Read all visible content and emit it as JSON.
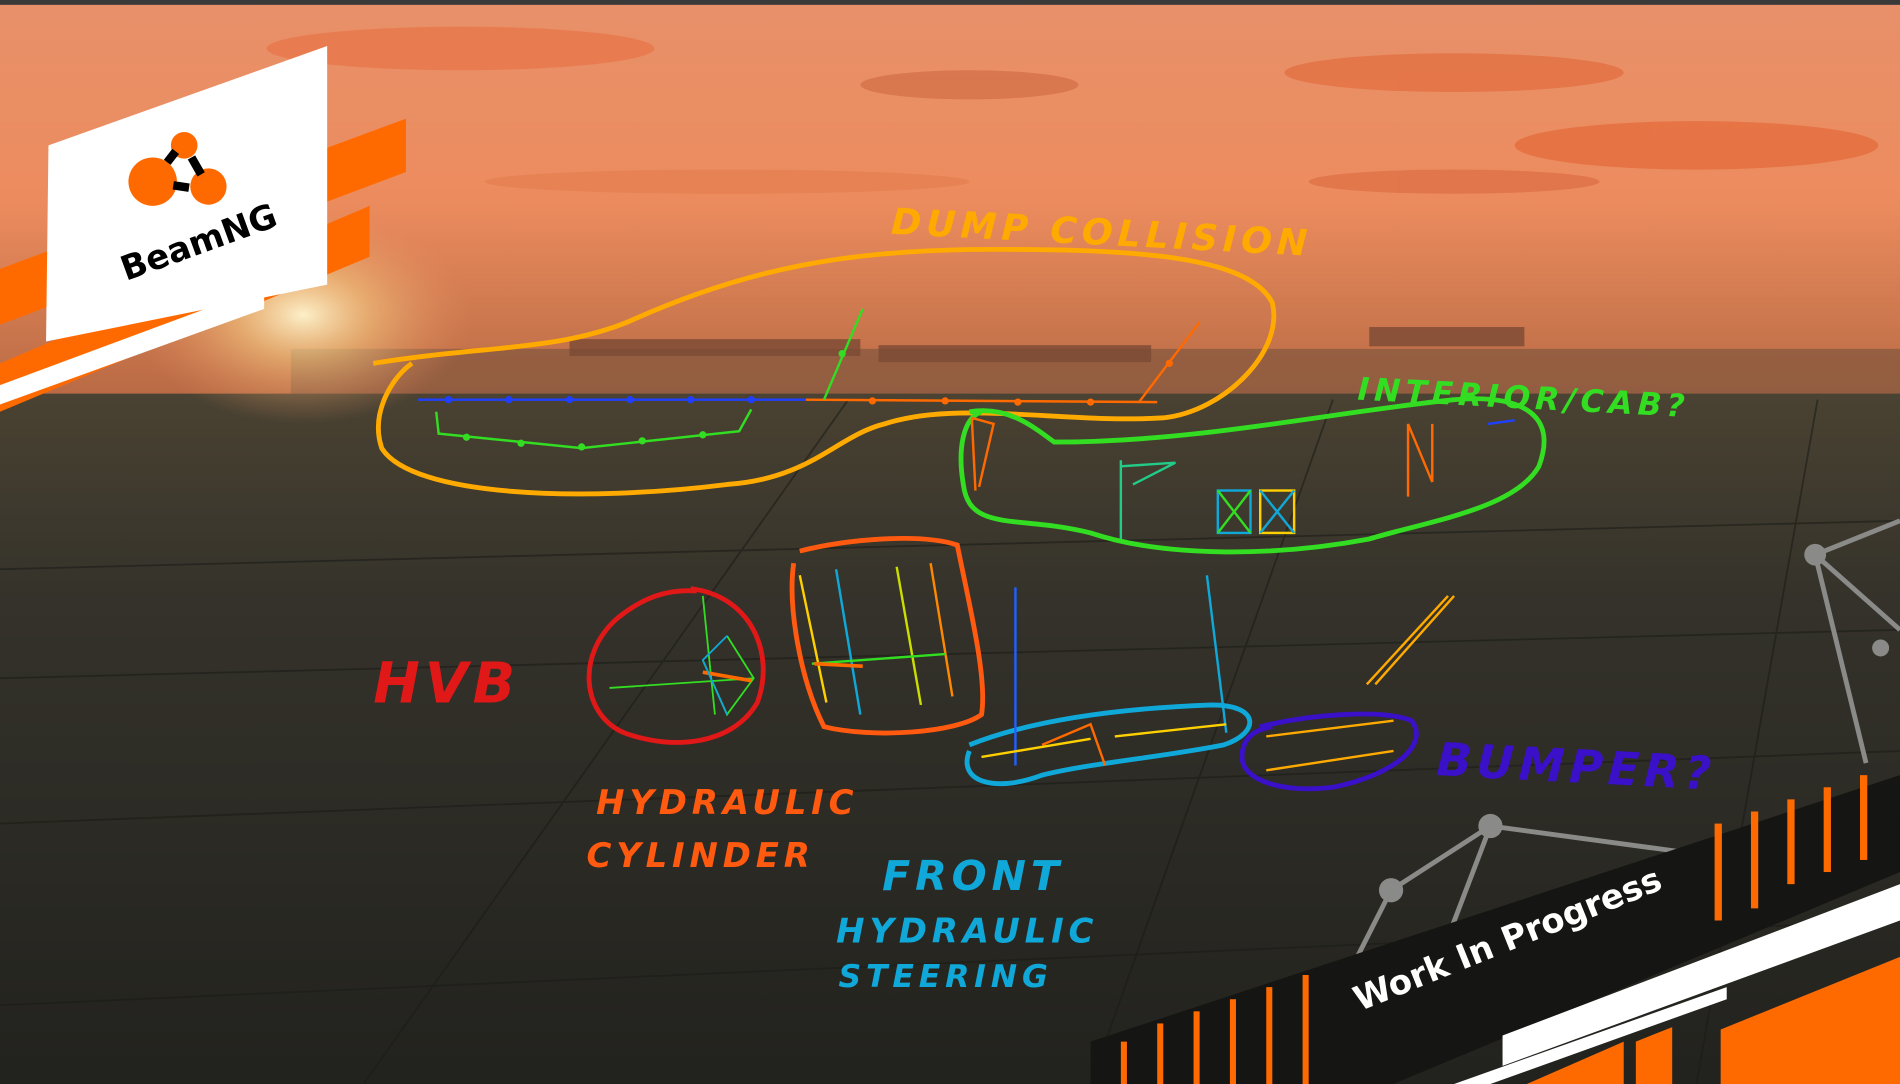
{
  "logo": {
    "brand": "BeamNG"
  },
  "banner": {
    "text": "Work In Progress"
  },
  "annotations": {
    "dump_collision": "DUMP COLLISION",
    "interior_cab": "INTERIOR/CAB?",
    "hvb": "HVB",
    "hydraulic_cylinder_line1": "HYDRAULIC",
    "hydraulic_cylinder_line2": "CYLINDER",
    "front_steering_line1": "FRONT",
    "front_steering_line2": "HYDRAULIC",
    "front_steering_line3": "STEERING",
    "bumper": "BUMPER?"
  },
  "colors": {
    "brand_orange": "#ff6a00",
    "dump_collision": "#ffaa00",
    "interior_cab": "#33dd22",
    "hvb": "#e01818",
    "hydraulic_cylinder": "#ff5a10",
    "front_steering": "#10a8d8",
    "bumper": "#3a10c8"
  }
}
